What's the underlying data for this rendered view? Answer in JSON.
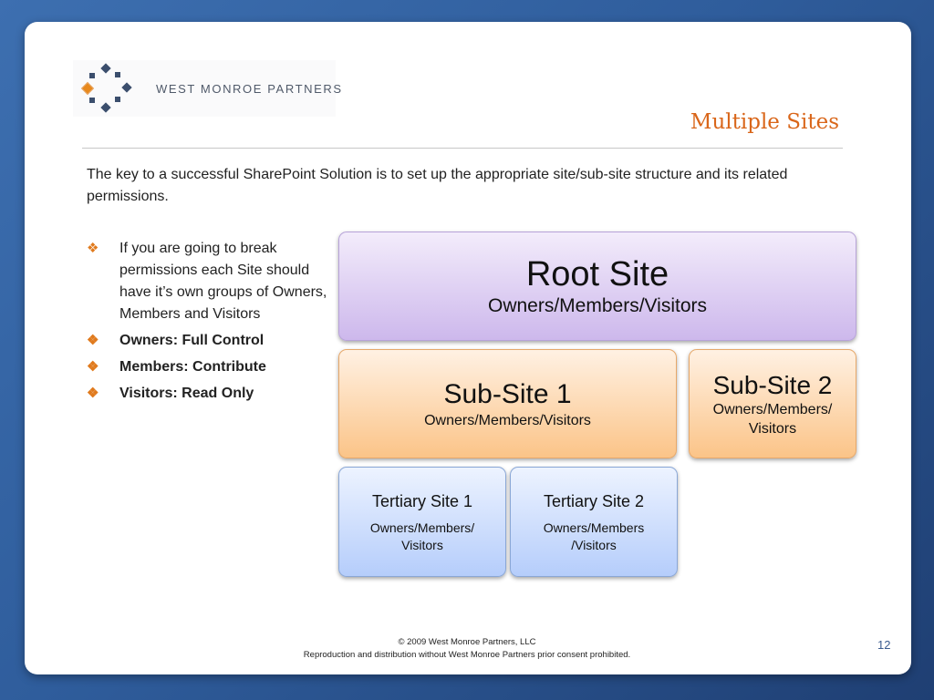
{
  "logo": {
    "text": "WEST MONROE PARTNERS"
  },
  "slide": {
    "title": "Multiple Sites",
    "intro": "The key to a successful SharePoint Solution is to set up the appropriate  site/sub-site structure and its related permissions."
  },
  "bullets": [
    {
      "text": "If you are going to break permissions each Site should have it’s own groups of Owners, Members and Visitors",
      "bold": false
    },
    {
      "text": "Owners: Full Control",
      "bold": true
    },
    {
      "text": "Members: Contribute",
      "bold": true
    },
    {
      "text": "Visitors: Read Only",
      "bold": true
    }
  ],
  "bullet_marker": "❖",
  "sites": {
    "root": {
      "title": "Root Site",
      "groups": "Owners/Members/Visitors"
    },
    "sub1": {
      "title": "Sub-Site 1",
      "groups": "Owners/Members/Visitors"
    },
    "sub2": {
      "title": "Sub-Site 2",
      "groups_line1": "Owners/Members/",
      "groups_line2": "Visitors"
    },
    "tertiary1": {
      "title": "Tertiary Site 1",
      "groups_line1": "Owners/Members/",
      "groups_line2": "Visitors"
    },
    "tertiary2": {
      "title": "Tertiary Site 2",
      "groups_line1": "Owners/Members",
      "groups_line2": "/Visitors"
    }
  },
  "footer": {
    "copyright": "© 2009 West Monroe Partners, LLC",
    "notice": "Reproduction and distribution without West Monroe Partners prior consent prohibited."
  },
  "page_number": "12",
  "colors": {
    "accent": "#d9661a",
    "bullet": "#e07a1d",
    "background": "#2f5d9c"
  }
}
